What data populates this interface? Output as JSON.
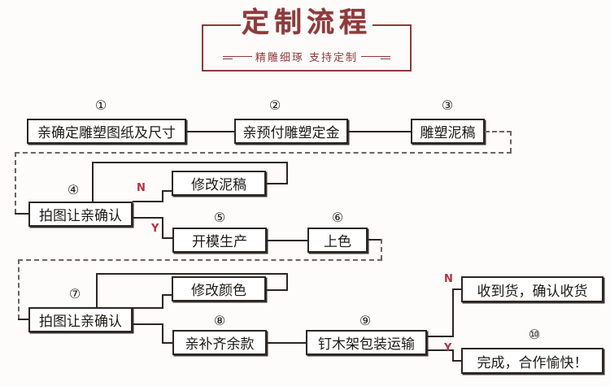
{
  "header": {
    "title": "定制流程",
    "subtitle": "精雕细琢 支持定制",
    "accent_color": "#8e3a3a"
  },
  "branch_labels": {
    "no": "N",
    "yes": "Y",
    "color": "#b8303f"
  },
  "steps": [
    {
      "num": "①",
      "label": "亲确定雕塑图纸及尺寸"
    },
    {
      "num": "②",
      "label": "亲预付雕塑定金"
    },
    {
      "num": "③",
      "label": "雕塑泥稿"
    },
    {
      "num": "④",
      "label": "拍图让亲确认"
    },
    {
      "num": "⑤",
      "label": "开模生产"
    },
    {
      "num": "⑥",
      "label": "上色"
    },
    {
      "num": "⑦",
      "label": "拍图让亲确认"
    },
    {
      "num": "⑧",
      "label": "亲补齐余款"
    },
    {
      "num": "⑨",
      "label": "钉木架包装运输"
    },
    {
      "num": "⑩",
      "label": "完成，合作愉快！"
    }
  ],
  "extra_nodes": [
    {
      "label": "修改泥稿"
    },
    {
      "label": "修改颜色"
    },
    {
      "label": "收到货，确认收货"
    }
  ],
  "colors": {
    "background": "#fdfcfb",
    "box_border": "#2b2622",
    "line": "#2b2622",
    "dashed_line": "#6d6460"
  }
}
